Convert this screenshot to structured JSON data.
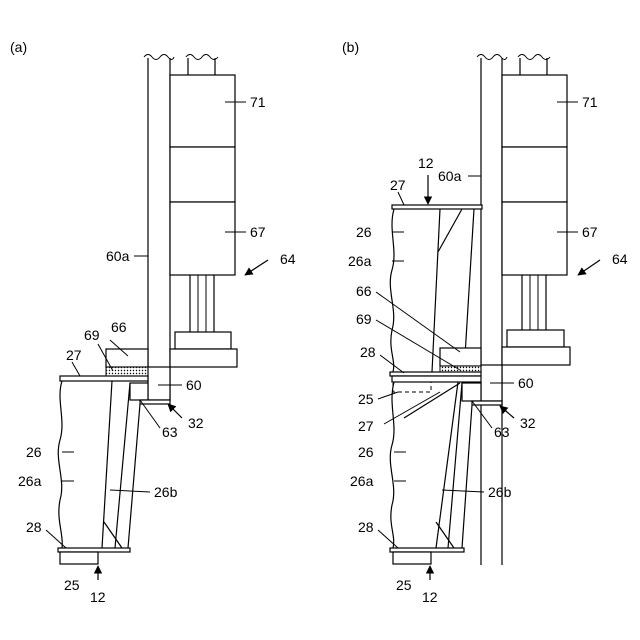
{
  "panels": [
    {
      "id": "a",
      "label": "(a)",
      "refs": {
        "r71": "71",
        "r67": "67",
        "r60a": "60a",
        "r64": "64",
        "r66": "66",
        "r69": "69",
        "r27": "27",
        "r60": "60",
        "r63": "63",
        "r32": "32",
        "r26": "26",
        "r26a": "26a",
        "r26b": "26b",
        "r28": "28",
        "r25": "25",
        "r12": "12"
      }
    },
    {
      "id": "b",
      "label": "(b)",
      "refs": {
        "r71": "71",
        "r12t": "12",
        "r60a": "60a",
        "r27t": "27",
        "r67": "67",
        "r26t": "26",
        "r26at": "26a",
        "r64": "64",
        "r66": "66",
        "r69": "69",
        "r28t": "28",
        "r60": "60",
        "r25t": "25",
        "r32": "32",
        "r27m": "27",
        "r63": "63",
        "r26": "26",
        "r26a": "26a",
        "r26b": "26b",
        "r28": "28",
        "r25": "25",
        "r12": "12"
      }
    }
  ]
}
